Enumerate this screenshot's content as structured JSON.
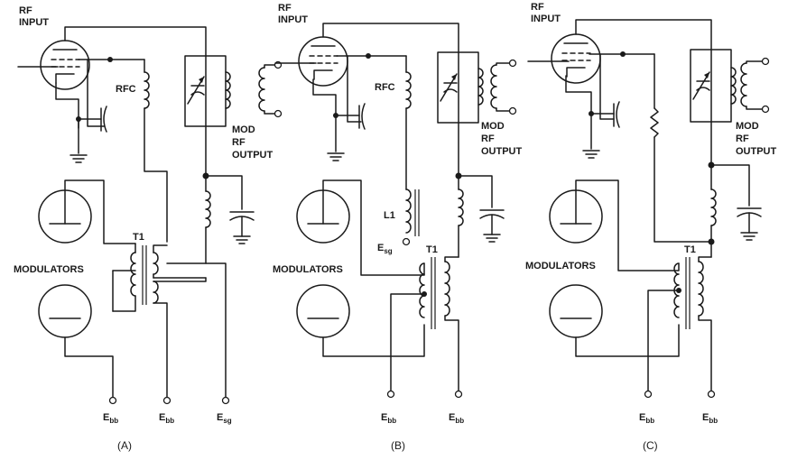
{
  "labels": {
    "rf_input_1": "RF",
    "rf_input_2": "INPUT",
    "rfc": "RFC",
    "mod_1": "MOD",
    "mod_2": "RF",
    "mod_3": "OUTPUT",
    "modulators": "MODULATORS",
    "t1": "T1",
    "l1": "L1",
    "e": "E",
    "bb": "bb",
    "sg": "sg"
  },
  "panels": [
    {
      "caption": "(A)"
    },
    {
      "caption": "(B)"
    },
    {
      "caption": "(C)"
    }
  ]
}
